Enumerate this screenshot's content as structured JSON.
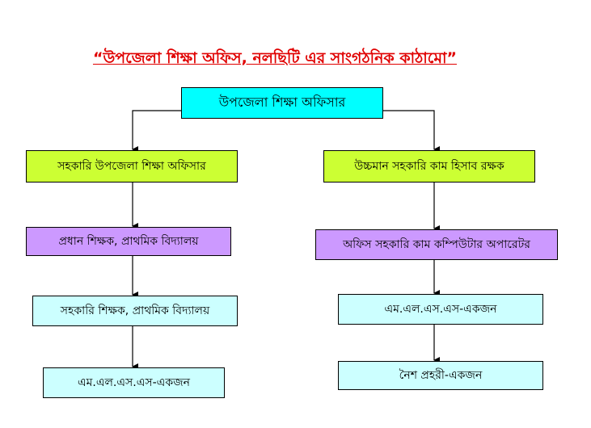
{
  "title": "“উপজেলা শিক্ষা অফিস, নলছিটি এর সাংগঠনিক কাঠামো”",
  "colors": {
    "title": "#e00000",
    "top": "#00ffff",
    "level1": "#ccff33",
    "level2": "#cc99ff",
    "level3": "#ccffff"
  },
  "top": {
    "label": "উপজেলা শিক্ষা অফিসার"
  },
  "left": [
    {
      "label": "সহকারি উপজেলা শিক্ষা অফিসার"
    },
    {
      "label": "প্রধান শিক্ষক, প্রাথমিক বিদ্যালয়"
    },
    {
      "label": "সহকারি শিক্ষক, প্রাথমিক বিদ্যালয়"
    },
    {
      "label": "এম.এল.এস.এস-একজন"
    }
  ],
  "right": [
    {
      "label": "উচ্চমান সহকারি কাম হিসাব রক্ষক"
    },
    {
      "label": "অফিস সহকারি কাম কম্পিউটার অপারেটর"
    },
    {
      "label": "এম.এল.এস.এস-একজন"
    },
    {
      "label": "নৈশ প্রহরী-একজন"
    }
  ]
}
